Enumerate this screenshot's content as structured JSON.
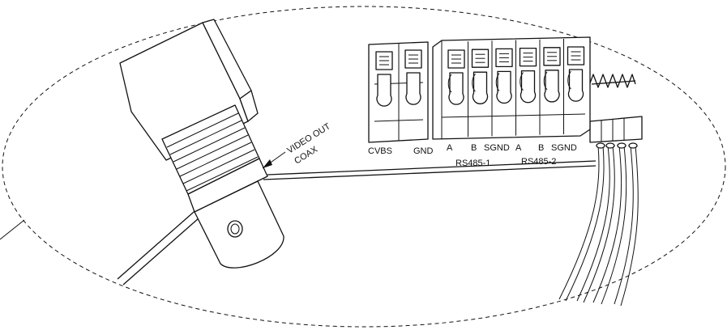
{
  "callout": {
    "line1": "VIDEO OUT",
    "line2": "COAX"
  },
  "terminals": {
    "cvbs": "CVBS",
    "gnd": "GND",
    "rs485_1": {
      "a": "A",
      "b": "B",
      "sgnd": "SGND",
      "group": "RS485-1"
    },
    "rs485_2": {
      "a": "A",
      "b": "B",
      "sgnd": "SGND",
      "group": "RS485-2"
    }
  },
  "colors": {
    "line": "#111111",
    "background": "#ffffff"
  }
}
